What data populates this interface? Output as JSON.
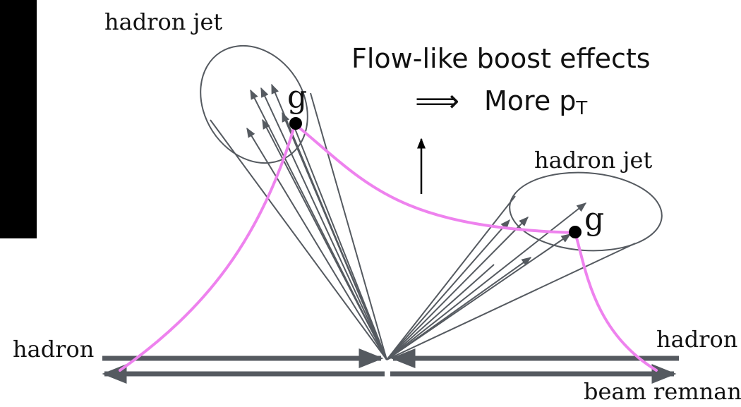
{
  "labels": {
    "hadron_jet_left": "hadron jet",
    "hadron_jet_right": "hadron jet",
    "gluon_left": "g",
    "gluon_right": "g",
    "hadron_left": "hadron",
    "hadron_right": "hadron",
    "beam_remnant": "beam remnant"
  },
  "headline": {
    "line1": "Flow-like boost effects",
    "arrow": "⟹",
    "line2_prefix": "More p",
    "line2_sub": "T"
  },
  "colors": {
    "string": "#ee82ee",
    "lines": "#555a60",
    "left_bar": "#000000"
  }
}
